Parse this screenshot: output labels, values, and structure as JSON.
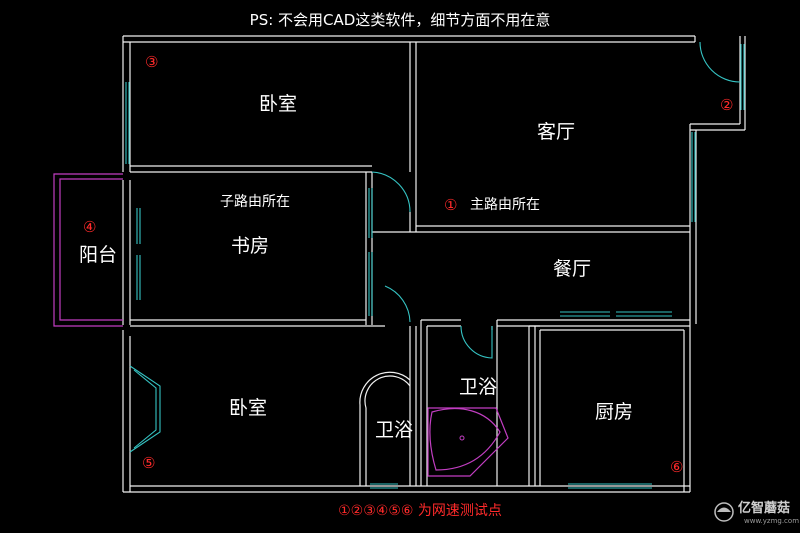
{
  "title": "PS: 不会用CAD这类软件，细节方面不用在意",
  "rooms": {
    "bedroom_top": "卧室",
    "living_room": "客厅",
    "study": "书房",
    "balcony": "阳台",
    "dining": "餐厅",
    "bedroom_bottom": "卧室",
    "bath_small": "卫浴",
    "bath_large": "卫浴",
    "kitchen": "厨房"
  },
  "annotations": {
    "sub_router": "子路由所在",
    "main_router": "主路由所在"
  },
  "markers": {
    "m1": "①",
    "m2": "②",
    "m3": "③",
    "m4": "④",
    "m5": "⑤",
    "m6": "⑥"
  },
  "footer": "①②③④⑤⑥ 为网速测试点",
  "watermark": {
    "name": "亿智蘑菇",
    "url": "www.yzmg.com"
  },
  "colors": {
    "background": "#000000",
    "wall": "#f0f0f0",
    "window": "#35c3c3",
    "balcony": "#c23ec2",
    "marker": "#ff2a2a"
  }
}
